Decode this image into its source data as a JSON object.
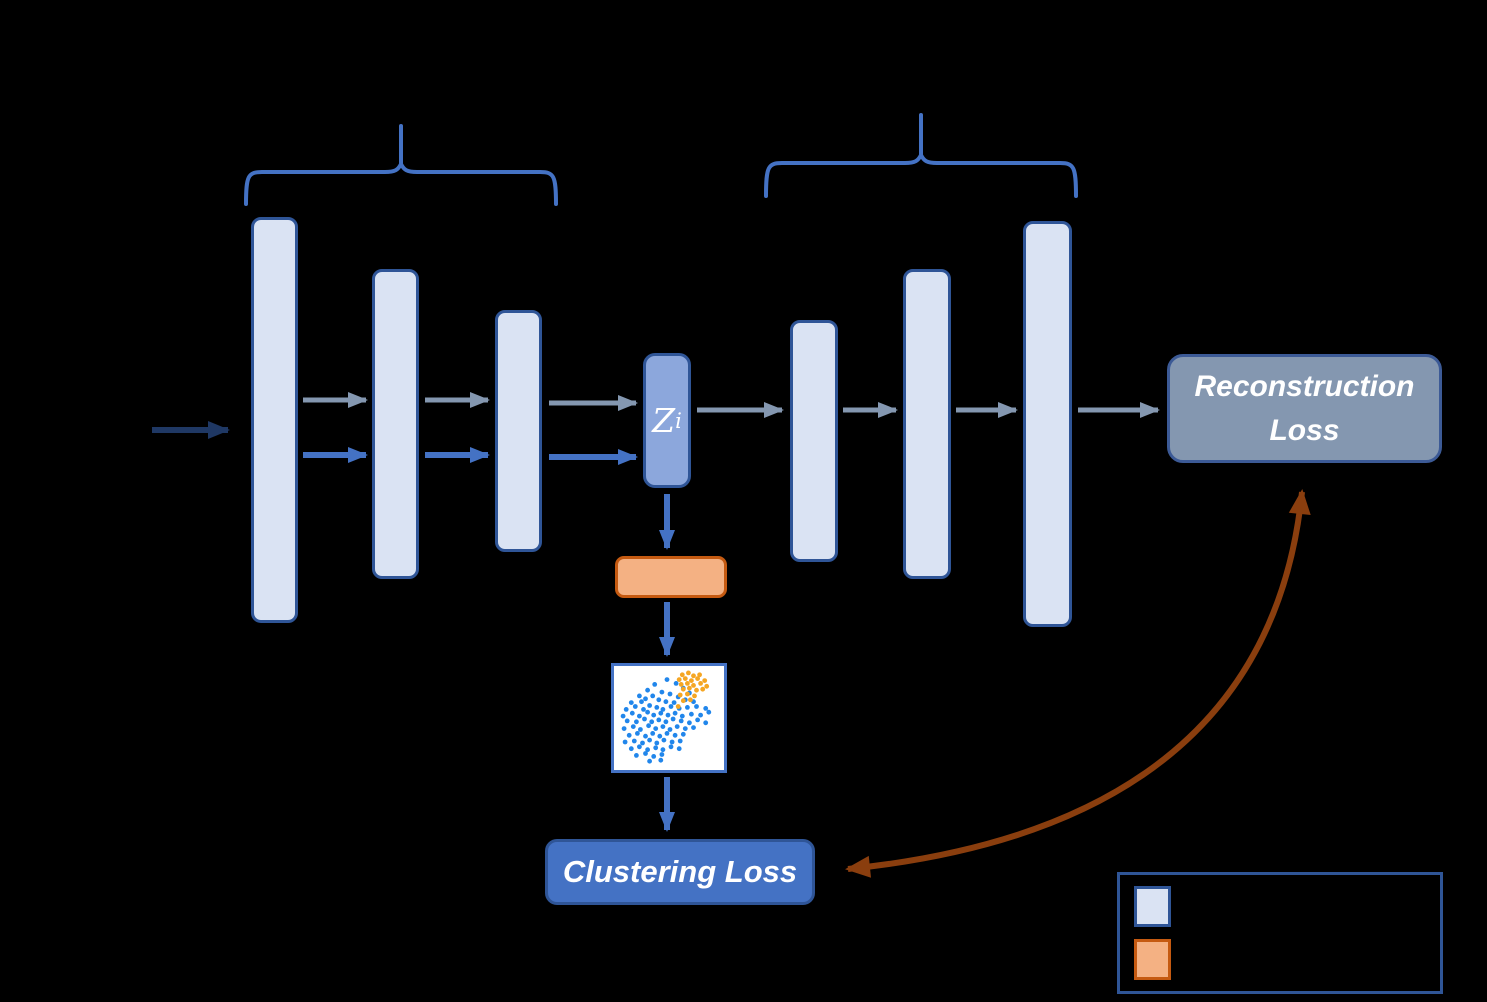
{
  "diagram": {
    "kind": "autoencoder-clustering-architecture",
    "latent": {
      "label": "Z",
      "subscript": "i"
    },
    "boxes": {
      "reconstruction_loss": {
        "line1": "Reconstruction",
        "line2": "Loss"
      },
      "clustering_loss": {
        "label": "Clustering Loss"
      }
    },
    "encoder_layer_count": 3,
    "decoder_layer_count": 3
  },
  "colors": {
    "background": "#000000",
    "bar_fill": "#dae3f3",
    "bar_border": "#2f5597",
    "latent_fill": "#8ca7dc",
    "brace": "#4472c4",
    "arrow_gray": "#8497b0",
    "arrow_blue": "#4472c4",
    "arrow_input": "#1f3864",
    "orange_fill": "#f4b183",
    "orange_border": "#c55a11",
    "scatter_border": "#4472c4",
    "dot_blue": "#2186eb",
    "dot_orange": "#f5a623",
    "recon_fill": "#8497b0",
    "recon_border": "#3c5a96",
    "cluster_fill": "#4472c4",
    "cluster_border": "#2f5597",
    "loss_link": "#8a3e0e",
    "legend_border": "#2f5597",
    "text_white": "#ffffff"
  },
  "legend": {
    "swatches": [
      {
        "name": "layer-swatch",
        "fill": "#dae3f3",
        "border": "#2f5597"
      },
      {
        "name": "cluster-swatch",
        "fill": "#f4b183",
        "border": "#c55a11"
      }
    ]
  },
  "chart_data": {
    "type": "scatter",
    "title": "",
    "xlabel": "",
    "ylabel": "",
    "grid": false,
    "note": "embedded t-SNE style thumbnail, axes unlabeled, coords normalized 0-1 (y down)",
    "series": [
      {
        "name": "cluster-blue",
        "color": "#2186eb",
        "points": [
          [
            0.48,
            0.1
          ],
          [
            0.36,
            0.15
          ],
          [
            0.57,
            0.14
          ],
          [
            0.64,
            0.19
          ],
          [
            0.29,
            0.21
          ],
          [
            0.43,
            0.23
          ],
          [
            0.51,
            0.25
          ],
          [
            0.7,
            0.24
          ],
          [
            0.21,
            0.27
          ],
          [
            0.34,
            0.27
          ],
          [
            0.27,
            0.3
          ],
          [
            0.59,
            0.28
          ],
          [
            0.13,
            0.34
          ],
          [
            0.23,
            0.33
          ],
          [
            0.4,
            0.31
          ],
          [
            0.47,
            0.33
          ],
          [
            0.55,
            0.34
          ],
          [
            0.66,
            0.31
          ],
          [
            0.74,
            0.33
          ],
          [
            0.08,
            0.41
          ],
          [
            0.17,
            0.38
          ],
          [
            0.31,
            0.37
          ],
          [
            0.25,
            0.41
          ],
          [
            0.38,
            0.39
          ],
          [
            0.44,
            0.41
          ],
          [
            0.52,
            0.38
          ],
          [
            0.6,
            0.4
          ],
          [
            0.68,
            0.39
          ],
          [
            0.77,
            0.38
          ],
          [
            0.86,
            0.4
          ],
          [
            0.05,
            0.48
          ],
          [
            0.14,
            0.45
          ],
          [
            0.21,
            0.48
          ],
          [
            0.29,
            0.44
          ],
          [
            0.35,
            0.47
          ],
          [
            0.42,
            0.45
          ],
          [
            0.49,
            0.47
          ],
          [
            0.56,
            0.45
          ],
          [
            0.63,
            0.48
          ],
          [
            0.72,
            0.46
          ],
          [
            0.81,
            0.47
          ],
          [
            0.89,
            0.44
          ],
          [
            0.09,
            0.53
          ],
          [
            0.18,
            0.54
          ],
          [
            0.26,
            0.51
          ],
          [
            0.33,
            0.54
          ],
          [
            0.4,
            0.52
          ],
          [
            0.47,
            0.54
          ],
          [
            0.54,
            0.51
          ],
          [
            0.62,
            0.53
          ],
          [
            0.7,
            0.55
          ],
          [
            0.78,
            0.52
          ],
          [
            0.86,
            0.55
          ],
          [
            0.06,
            0.61
          ],
          [
            0.15,
            0.59
          ],
          [
            0.22,
            0.62
          ],
          [
            0.3,
            0.58
          ],
          [
            0.37,
            0.61
          ],
          [
            0.44,
            0.59
          ],
          [
            0.51,
            0.62
          ],
          [
            0.58,
            0.59
          ],
          [
            0.66,
            0.61
          ],
          [
            0.74,
            0.6
          ],
          [
            0.11,
            0.68
          ],
          [
            0.19,
            0.66
          ],
          [
            0.27,
            0.69
          ],
          [
            0.34,
            0.66
          ],
          [
            0.41,
            0.69
          ],
          [
            0.48,
            0.66
          ],
          [
            0.56,
            0.68
          ],
          [
            0.64,
            0.67
          ],
          [
            0.07,
            0.75
          ],
          [
            0.16,
            0.74
          ],
          [
            0.24,
            0.76
          ],
          [
            0.31,
            0.73
          ],
          [
            0.38,
            0.76
          ],
          [
            0.45,
            0.73
          ],
          [
            0.53,
            0.75
          ],
          [
            0.61,
            0.74
          ],
          [
            0.13,
            0.82
          ],
          [
            0.21,
            0.8
          ],
          [
            0.29,
            0.83
          ],
          [
            0.37,
            0.81
          ],
          [
            0.44,
            0.83
          ],
          [
            0.52,
            0.8
          ],
          [
            0.6,
            0.82
          ],
          [
            0.18,
            0.89
          ],
          [
            0.27,
            0.87
          ],
          [
            0.35,
            0.9
          ],
          [
            0.43,
            0.88
          ],
          [
            0.31,
            0.95
          ],
          [
            0.42,
            0.94
          ]
        ]
      },
      {
        "name": "cluster-orange",
        "color": "#f5a623",
        "points": [
          [
            0.63,
            0.05
          ],
          [
            0.69,
            0.03
          ],
          [
            0.74,
            0.06
          ],
          [
            0.8,
            0.05
          ],
          [
            0.6,
            0.1
          ],
          [
            0.66,
            0.09
          ],
          [
            0.72,
            0.11
          ],
          [
            0.78,
            0.09
          ],
          [
            0.85,
            0.11
          ],
          [
            0.62,
            0.15
          ],
          [
            0.68,
            0.14
          ],
          [
            0.74,
            0.16
          ],
          [
            0.81,
            0.14
          ],
          [
            0.87,
            0.17
          ],
          [
            0.64,
            0.2
          ],
          [
            0.7,
            0.19
          ],
          [
            0.77,
            0.21
          ],
          [
            0.83,
            0.2
          ],
          [
            0.61,
            0.26
          ],
          [
            0.68,
            0.25
          ],
          [
            0.75,
            0.27
          ],
          [
            0.64,
            0.32
          ],
          [
            0.71,
            0.31
          ],
          [
            0.59,
            0.38
          ]
        ]
      }
    ]
  }
}
